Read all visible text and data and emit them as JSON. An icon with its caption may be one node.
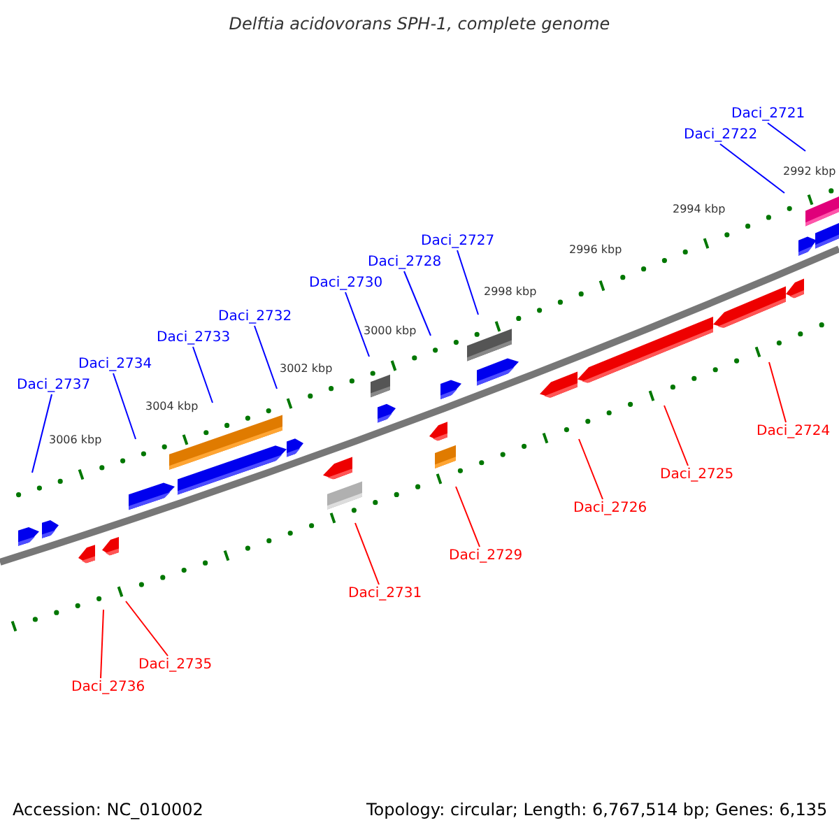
{
  "diagram": {
    "title": "Delftia acidovorans SPH-1, complete genome",
    "nodes": [
      {
        "text": [
          "Daci_2721"
        ]
      },
      {
        "text": [
          "Daci_2722"
        ]
      },
      {
        "text": [
          "Daci_2727"
        ]
      },
      {
        "text": [
          "Daci_2728"
        ]
      },
      {
        "text": [
          "Daci_2730"
        ]
      },
      {
        "text": [
          "Daci_2732"
        ]
      },
      {
        "text": [
          "Daci_2733"
        ]
      },
      {
        "text": [
          "Daci_2734"
        ]
      },
      {
        "text": [
          "Daci_2737"
        ]
      },
      {
        "text": [
          "Daci_2724"
        ]
      },
      {
        "text": [
          "Daci_2725"
        ]
      },
      {
        "text": [
          "Daci_2726"
        ]
      },
      {
        "text": [
          "Daci_2729"
        ]
      },
      {
        "text": [
          "Daci_2731"
        ]
      },
      {
        "text": [
          "Daci_2735"
        ]
      },
      {
        "text": [
          "Daci_2736"
        ]
      }
    ],
    "edges": [
      {
        "from": 0,
        "to": null,
        "arrow": "none"
      },
      {
        "from": 1,
        "to": null,
        "arrow": "none"
      },
      {
        "from": 2,
        "to": null,
        "arrow": "none"
      },
      {
        "from": 3,
        "to": null,
        "arrow": "none"
      },
      {
        "from": 4,
        "to": null,
        "arrow": "none"
      },
      {
        "from": 5,
        "to": null,
        "arrow": "none"
      },
      {
        "from": 6,
        "to": null,
        "arrow": "none"
      },
      {
        "from": 7,
        "to": null,
        "arrow": "none"
      },
      {
        "from": 8,
        "to": null,
        "arrow": "none"
      },
      {
        "from": 9,
        "to": null,
        "arrow": "none",
        "color": "#ff0000"
      },
      {
        "from": 10,
        "to": null,
        "arrow": "none",
        "color": "#ff0000"
      },
      {
        "from": 11,
        "to": null,
        "arrow": "none",
        "color": "#ff0000"
      },
      {
        "from": 12,
        "to": null,
        "arrow": "none",
        "color": "#ff0000"
      },
      {
        "from": 13,
        "to": null,
        "arrow": "none",
        "color": "#ff0000"
      },
      {
        "from": 14,
        "to": null,
        "arrow": "none",
        "color": "#ff0000"
      },
      {
        "from": 15,
        "to": null,
        "arrow": "none",
        "color": "#ff0000"
      }
    ],
    "labels": [
      "2992 kbp",
      "2994 kbp",
      "2996 kbp",
      "2998 kbp",
      "3000 kbp",
      "3002 kbp",
      "3004 kbp",
      "3006 kbp",
      "Accession: NC_010002",
      "Topology: circular; Length: 6,767,514 bp; Genes: 6,135"
    ]
  }
}
